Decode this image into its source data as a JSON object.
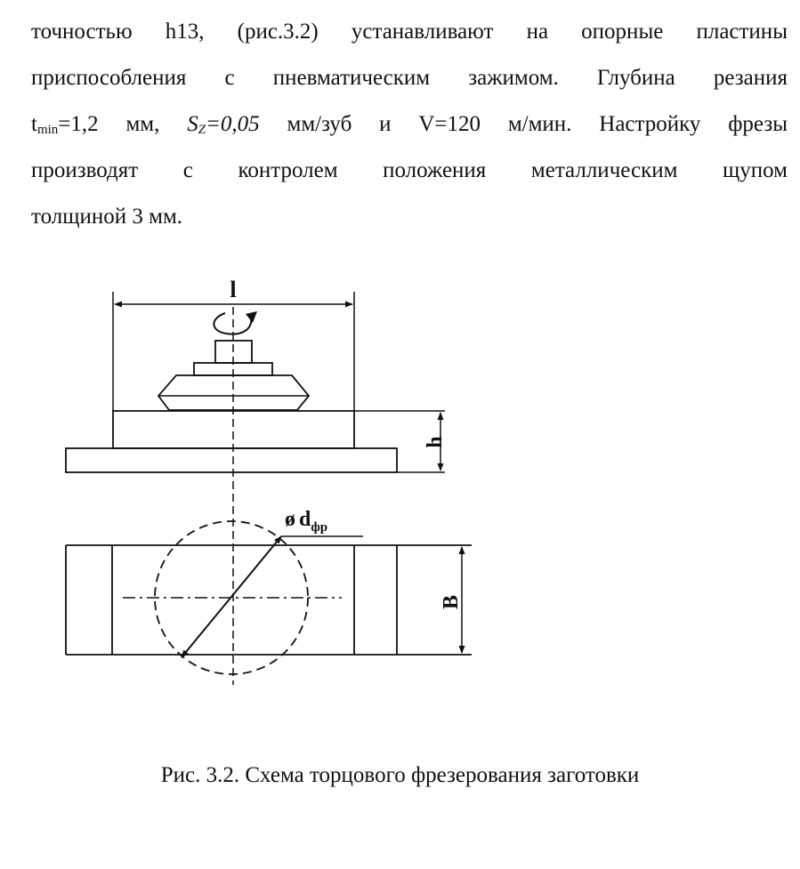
{
  "text": {
    "line1": "точностью h13, (рис.3.2) устанавливают на опорные пластины",
    "line2": "приспособления с пневматическим зажимом. Глубина резания",
    "line3_t": "t",
    "line3_sub": "min",
    "line3_a": "=1,2 мм,",
    "line3_s": "S",
    "line3_ssub": "Z",
    "line3_sval": "=0,05",
    "line3_b": "мм/зуб и V=120 м/мин. Настройку фрезы",
    "line4": "производят с контролем положения металлическим щупом",
    "line5": "толщиной 3 мм."
  },
  "figure": {
    "label_l": "l",
    "label_h": "h",
    "label_B": "B",
    "label_diam_symbol": "ø",
    "label_diam_d": "d",
    "label_diam_sub": "фр"
  },
  "caption": "Рис. 3.2. Схема торцового фрезерования заготовки"
}
